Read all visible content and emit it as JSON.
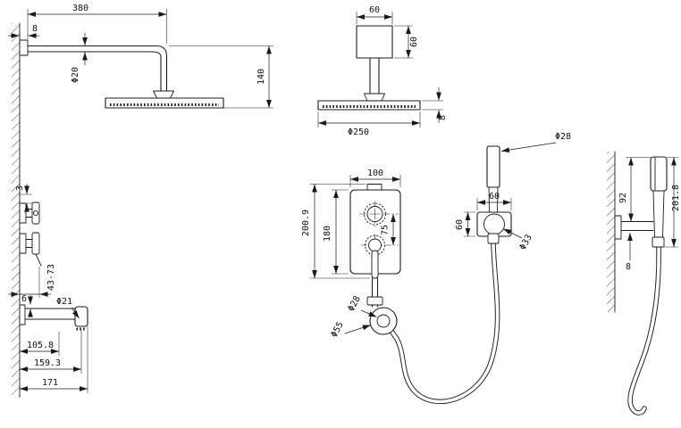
{
  "drawing": {
    "title": "shower-system-installation-dimensions",
    "labels": {
      "arm_len": "380",
      "plate_thk": "8",
      "pipe_dia": "Φ20",
      "drop": "140",
      "trim_gap": "3",
      "valve_depth": "43-73",
      "spout_clear": "6",
      "aerator_dia": "Φ21",
      "proj_a": "105.8",
      "proj_b": "159.3",
      "proj_c": "171",
      "plate_w": "60",
      "plate_h": "60",
      "head_dia": "Φ250",
      "head_thk": "8",
      "wand_dia": "Φ28",
      "mixer_w": "100",
      "mixer_h_total": "200.9",
      "mixer_h_body": "180",
      "handle_spacing": "75",
      "holder_w": "60",
      "holder_h": "60",
      "collar_dia": "Φ33",
      "outlet_dia": "Φ28",
      "flange_dia": "Φ55",
      "holder_drop": "92",
      "wand_len": "201.8",
      "bracket_thk": "8"
    }
  }
}
